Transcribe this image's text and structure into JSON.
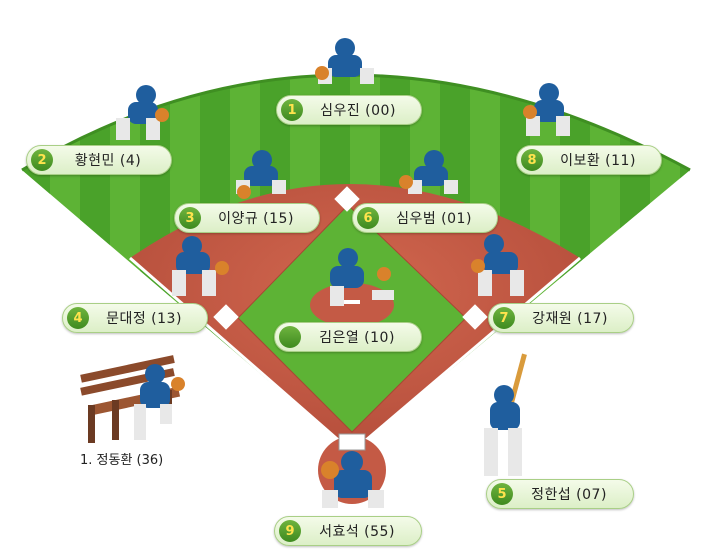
{
  "positions": [
    {
      "number": "1",
      "name": "심우진 (00)"
    },
    {
      "number": "2",
      "name": "황현민 (4)"
    },
    {
      "number": "8",
      "name": "이보환 (11)"
    },
    {
      "number": "3",
      "name": "이양규 (15)"
    },
    {
      "number": "6",
      "name": "심우범 (01)"
    },
    {
      "number": "4",
      "name": "문대정 (13)"
    },
    {
      "number": "",
      "name": "김은열 (10)"
    },
    {
      "number": "7",
      "name": "강재원 (17)"
    },
    {
      "number": "5",
      "name": "정한섭 (07)"
    },
    {
      "number": "9",
      "name": "서효석 (55)"
    }
  ],
  "bench": {
    "label": "1. 정동환 (36)"
  },
  "colors": {
    "grass_light": "#6cc03c",
    "grass_dark": "#4fa52b",
    "dirt": "#c45a45",
    "dirt_dark": "#a84634",
    "uniform": "#1f5e9e",
    "badge": "#4e9a2a"
  }
}
